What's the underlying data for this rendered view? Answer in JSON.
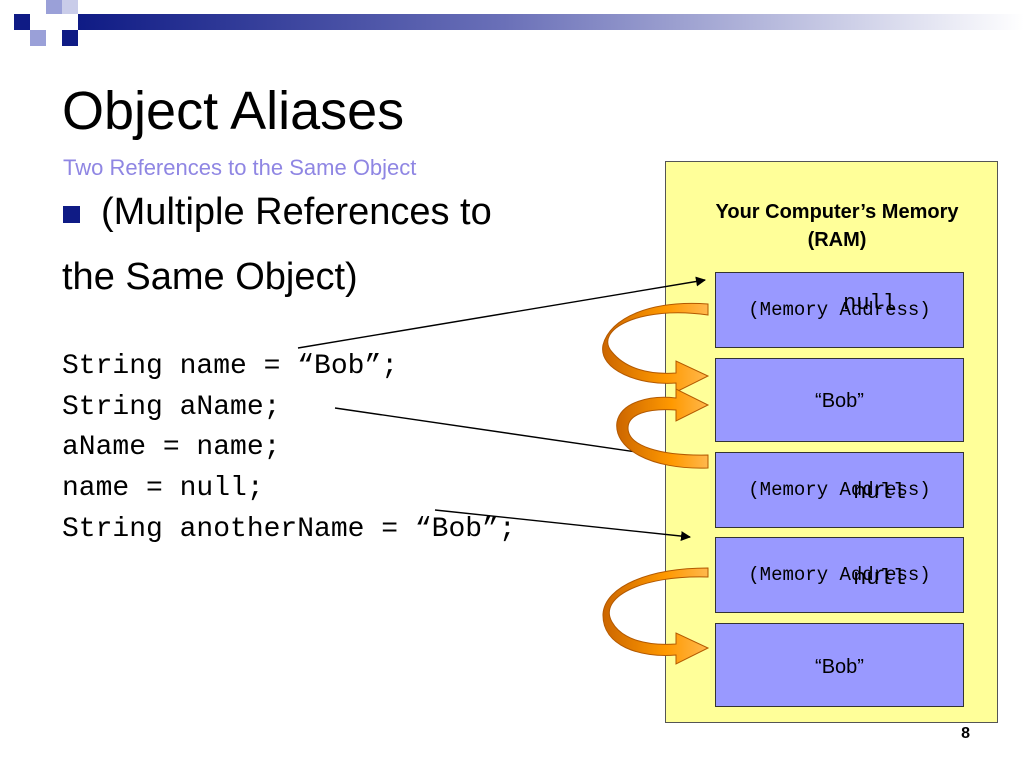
{
  "slide": {
    "title": "Object Aliases",
    "subtitle": "Two References to the Same Object",
    "bullet_line1": "(Multiple References to",
    "bullet_line2": "the Same Object)",
    "code_lines": [
      "String name = “Bob”;",
      "String aName;",
      "aName = name;",
      "name = null;",
      "String anotherName = “Bob”;"
    ],
    "memory_title_line1": "Your Computer’s Memory",
    "memory_title_line2": "(RAM)",
    "cells": [
      {
        "main": "(Memory Address)",
        "overlay": "null"
      },
      {
        "main": "“Bob”"
      },
      {
        "main": "(Memory Address)",
        "overlay": "null"
      },
      {
        "main": "(Memory Address)",
        "overlay": "null"
      },
      {
        "main": "“Bob”"
      }
    ],
    "page_number": "8"
  },
  "colors": {
    "brand_navy": "#0f1b85",
    "subtitle_purple": "#8f86e3",
    "memory_panel": "#ffff99",
    "memory_cell": "#9999ff",
    "curved_arrow_orange": "#ff9900",
    "curved_arrow_dark": "#cc6600"
  }
}
